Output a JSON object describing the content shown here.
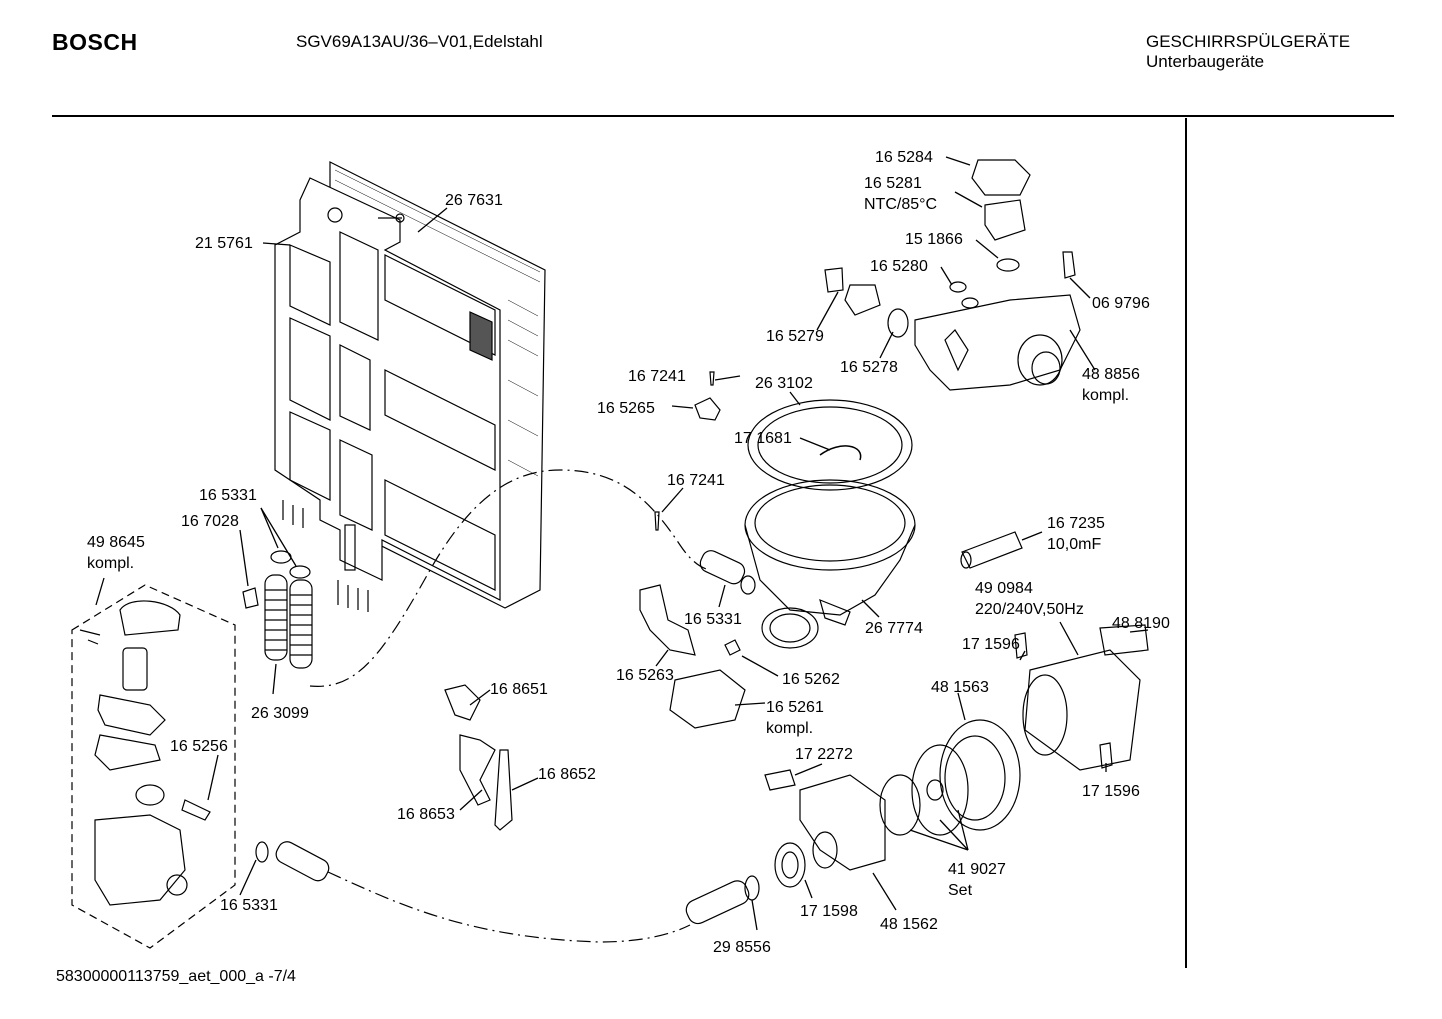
{
  "header": {
    "brand": "BOSCH",
    "model": "SGV69A13AU/36–V01,Edelstahl",
    "category": "GESCHIRRSPÜLGERÄTE",
    "subcategory": "Unterbaugeräte"
  },
  "parts": [
    {
      "id": "p-165284",
      "lines": [
        "16 5284"
      ]
    },
    {
      "id": "p-165281",
      "lines": [
        "16 5281",
        "NTC/85°C"
      ]
    },
    {
      "id": "p-151866",
      "lines": [
        "15 1866"
      ]
    },
    {
      "id": "p-165280",
      "lines": [
        "16 5280"
      ]
    },
    {
      "id": "p-069796",
      "lines": [
        "06 9796"
      ]
    },
    {
      "id": "p-165279",
      "lines": [
        "16 5279"
      ]
    },
    {
      "id": "p-165278",
      "lines": [
        "16 5278"
      ]
    },
    {
      "id": "p-488856",
      "lines": [
        "48 8856",
        "kompl."
      ]
    },
    {
      "id": "p-267631",
      "lines": [
        "26 7631"
      ]
    },
    {
      "id": "p-215761",
      "lines": [
        "21 5761"
      ]
    },
    {
      "id": "p-167241a",
      "lines": [
        "16 7241"
      ]
    },
    {
      "id": "p-263102",
      "lines": [
        "26 3102"
      ]
    },
    {
      "id": "p-165265",
      "lines": [
        "16 5265"
      ]
    },
    {
      "id": "p-171681",
      "lines": [
        "17 1681"
      ]
    },
    {
      "id": "p-167241b",
      "lines": [
        "16 7241"
      ]
    },
    {
      "id": "p-165331a",
      "lines": [
        "16 5331"
      ]
    },
    {
      "id": "p-167028",
      "lines": [
        "16 7028"
      ]
    },
    {
      "id": "p-498645",
      "lines": [
        "49 8645",
        "kompl."
      ]
    },
    {
      "id": "p-167235",
      "lines": [
        "16 7235",
        "10,0mF"
      ]
    },
    {
      "id": "p-490984",
      "lines": [
        "49 0984",
        "220/240V,50Hz"
      ]
    },
    {
      "id": "p-488190",
      "lines": [
        "48 8190"
      ]
    },
    {
      "id": "p-165331b",
      "lines": [
        "16 5331"
      ]
    },
    {
      "id": "p-267774",
      "lines": [
        "26 7774"
      ]
    },
    {
      "id": "p-171596a",
      "lines": [
        "17 1596"
      ]
    },
    {
      "id": "p-165263",
      "lines": [
        "16 5263"
      ]
    },
    {
      "id": "p-165262",
      "lines": [
        "16 5262"
      ]
    },
    {
      "id": "p-481563",
      "lines": [
        "48 1563"
      ]
    },
    {
      "id": "p-263099",
      "lines": [
        "26 3099"
      ]
    },
    {
      "id": "p-168651",
      "lines": [
        "16 8651"
      ]
    },
    {
      "id": "p-165261",
      "lines": [
        "16 5261",
        "kompl."
      ]
    },
    {
      "id": "p-165256",
      "lines": [
        "16 5256"
      ]
    },
    {
      "id": "p-172272",
      "lines": [
        "17 2272"
      ]
    },
    {
      "id": "p-168652",
      "lines": [
        "16 8652"
      ]
    },
    {
      "id": "p-171596b",
      "lines": [
        "17 1596"
      ]
    },
    {
      "id": "p-168653",
      "lines": [
        "16 8653"
      ]
    },
    {
      "id": "p-419027",
      "lines": [
        "41 9027",
        "Set"
      ]
    },
    {
      "id": "p-165331c",
      "lines": [
        "16 5331"
      ]
    },
    {
      "id": "p-171598",
      "lines": [
        "17 1598"
      ]
    },
    {
      "id": "p-481562",
      "lines": [
        "48 1562"
      ]
    },
    {
      "id": "p-298556",
      "lines": [
        "29 8556"
      ]
    }
  ],
  "footer": {
    "code": "58300000113759_aet_000_a  -7/4"
  }
}
